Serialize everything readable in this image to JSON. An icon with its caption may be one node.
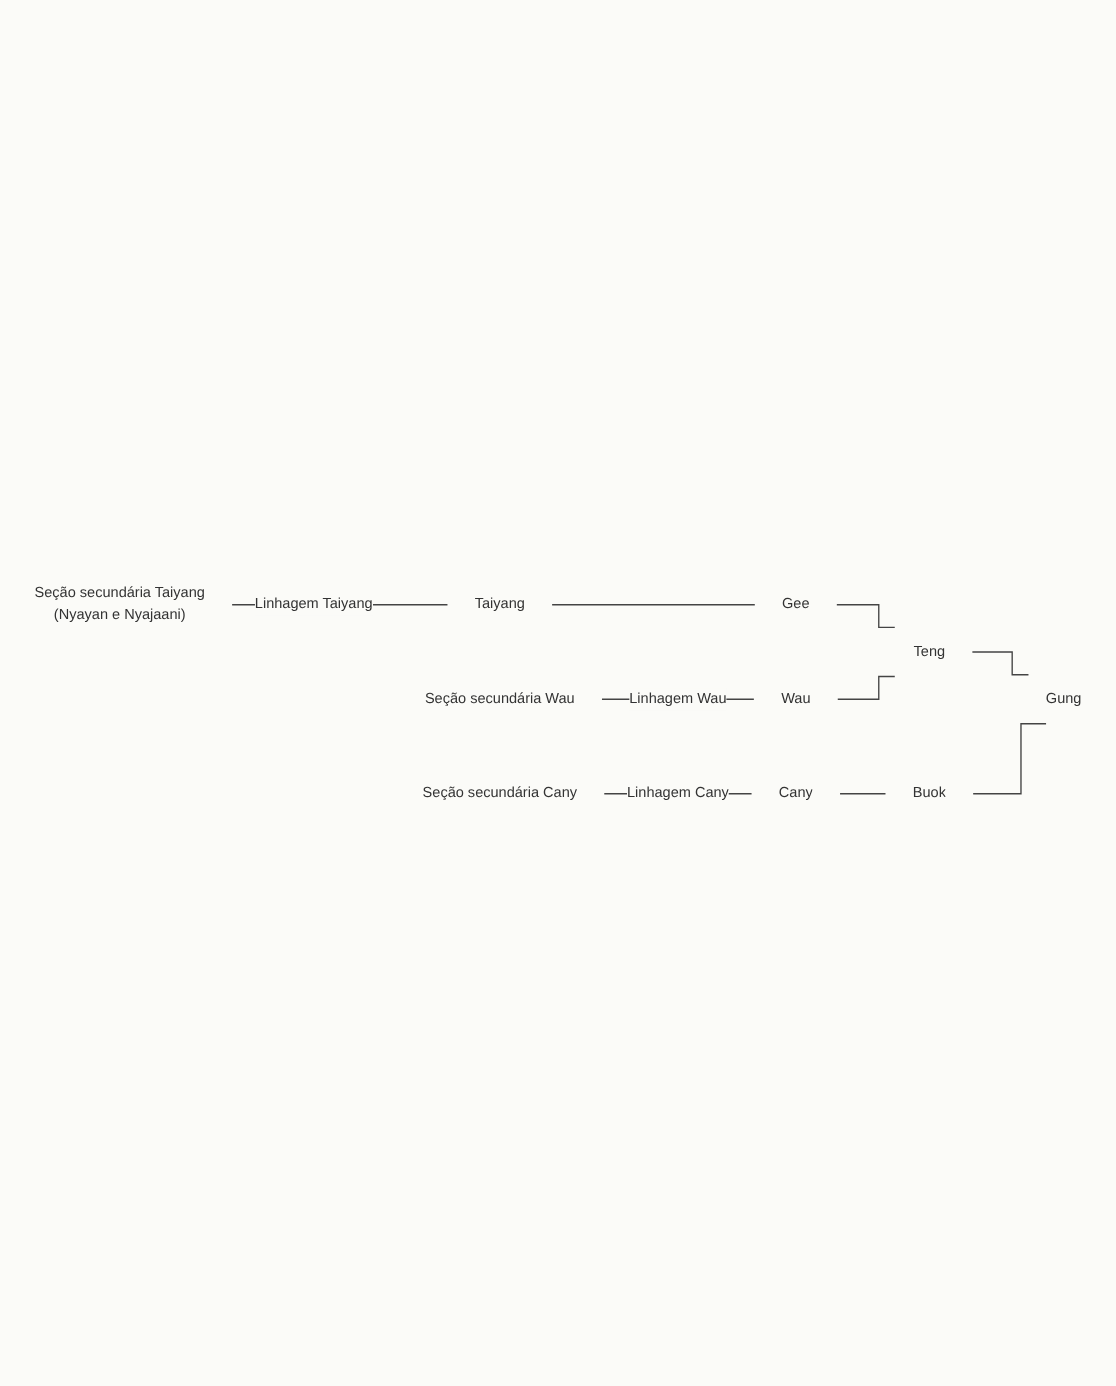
{
  "diagram": {
    "nodes": [
      {
        "text": [
          "Gung"
        ]
      },
      {
        "text": [
          "Teng"
        ]
      },
      {
        "text": [
          "Buok"
        ]
      },
      {
        "text": [
          "Wau"
        ]
      },
      {
        "text": [
          "Gee"
        ]
      },
      {
        "text": [
          "Cany"
        ]
      },
      {
        "text": [
          "Taiyang"
        ]
      },
      {
        "text": [
          "Seção secundária Wau"
        ]
      },
      {
        "text": [
          "Seção secundária Taiyang",
          "(Nyayan e Nyajaani)"
        ]
      },
      {
        "text": [
          "Seção secundária Cany"
        ]
      }
    ],
    "edges": [
      {
        "from": 0,
        "to": 1,
        "arrow": "none"
      },
      {
        "from": 0,
        "to": 2,
        "arrow": "none"
      },
      {
        "from": 1,
        "to": 3,
        "arrow": "none"
      },
      {
        "from": 1,
        "to": 4,
        "arrow": "none"
      },
      {
        "from": 2,
        "to": 5,
        "arrow": "none"
      },
      {
        "from": 4,
        "to": 6,
        "arrow": "none"
      },
      {
        "from": 3,
        "to": 7,
        "label": "Linhagem Wau",
        "arrow": "none"
      },
      {
        "from": 6,
        "to": 8,
        "label": "Linhagem Taiyang",
        "arrow": "none"
      },
      {
        "from": 5,
        "to": 9,
        "label": "Linhagem Cany",
        "arrow": "none"
      }
    ]
  }
}
